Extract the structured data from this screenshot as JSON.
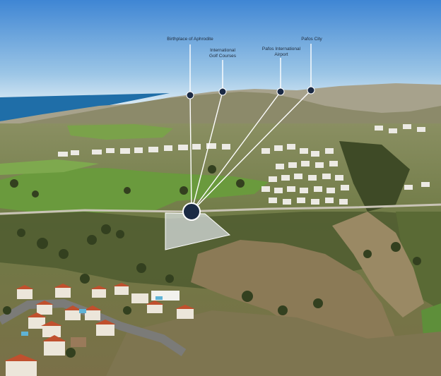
{
  "labels": {
    "aphrodite": "Birthplace of Aphrodite",
    "golf": "International\nGolf Courses",
    "airport": "Pafos International\nAirport",
    "pafos": "Pafos City"
  },
  "colors": {
    "sky_top": "#3f86d4",
    "sky_bottom": "#dcebf5",
    "sea": "#1f6ea8",
    "pin": "#1b2a44",
    "plot": "#dfe6ea"
  }
}
